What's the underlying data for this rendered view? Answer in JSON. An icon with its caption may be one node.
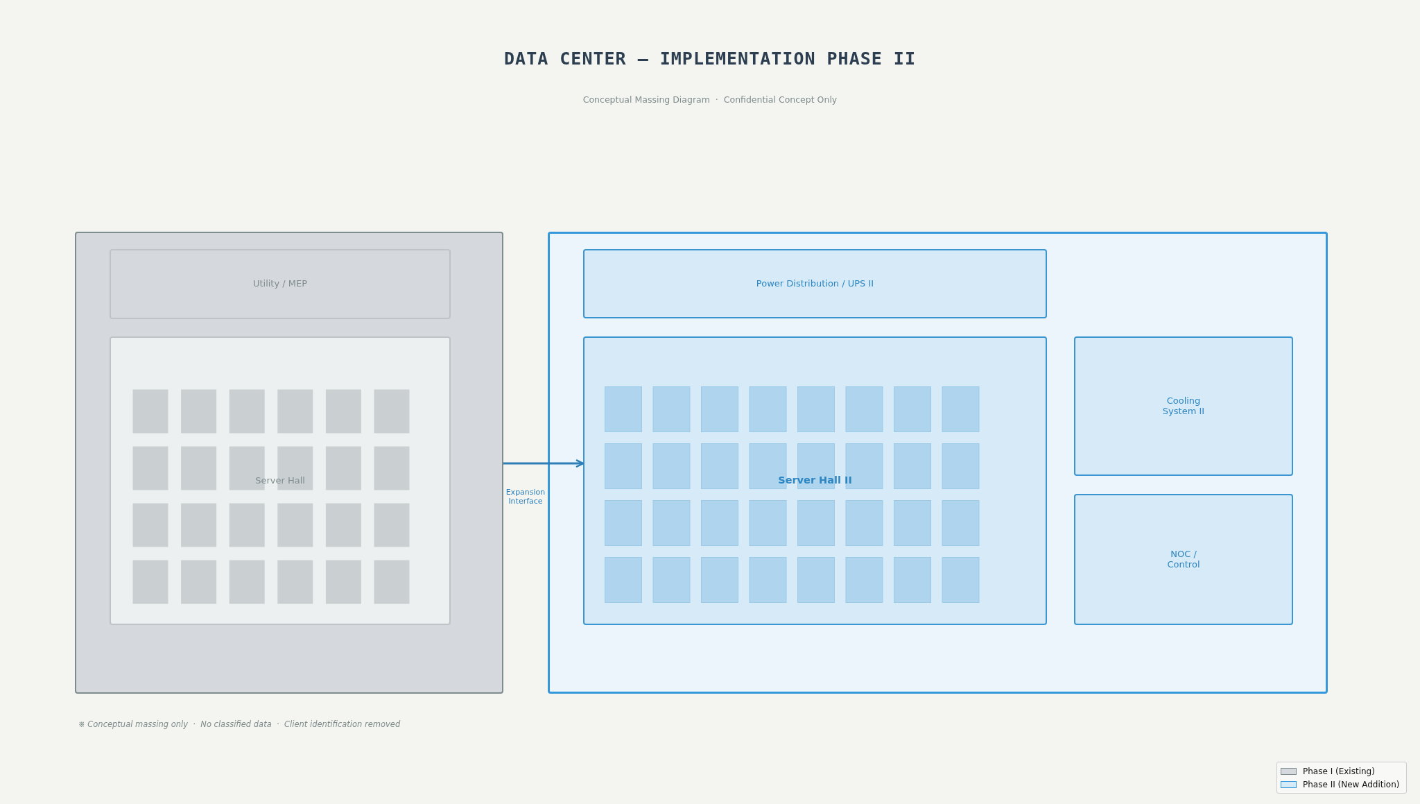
{
  "diagram": {
    "title": "DATA CENTER — IMPLEMENTATION PHASE II",
    "caption": "Conceptual Massing Diagram  ·  Confidential Concept Only",
    "nodes": [
      {
        "text": [],
        "shape": "box"
      },
      {
        "text": [
          "Utility / MEP"
        ],
        "in": 0
      },
      {
        "text": [
          "Server Hall"
        ],
        "in": 0
      },
      {
        "text": [],
        "shape": "box"
      },
      {
        "text": [
          "Power Distribution / UPS II"
        ],
        "in": 3
      },
      {
        "text": [
          "Server Hall II"
        ],
        "in": 3
      },
      {
        "text": [
          "Cooling System II"
        ],
        "in": 3
      },
      {
        "text": [
          "NOC / Control"
        ],
        "in": 3
      }
    ],
    "edges": [
      {
        "from": 0,
        "to": 5,
        "arrow": "to",
        "label": "Expansion Interface"
      }
    ],
    "labels": [
      "※ Conceptual massing only  ·  No classified data  ·  Client identification removed"
    ],
    "legend": [
      {
        "text": "Phase I (Existing)",
        "color": "#d5d8dc"
      },
      {
        "text": "Phase II (New Addition)",
        "color": "#d6eaf8"
      }
    ]
  }
}
